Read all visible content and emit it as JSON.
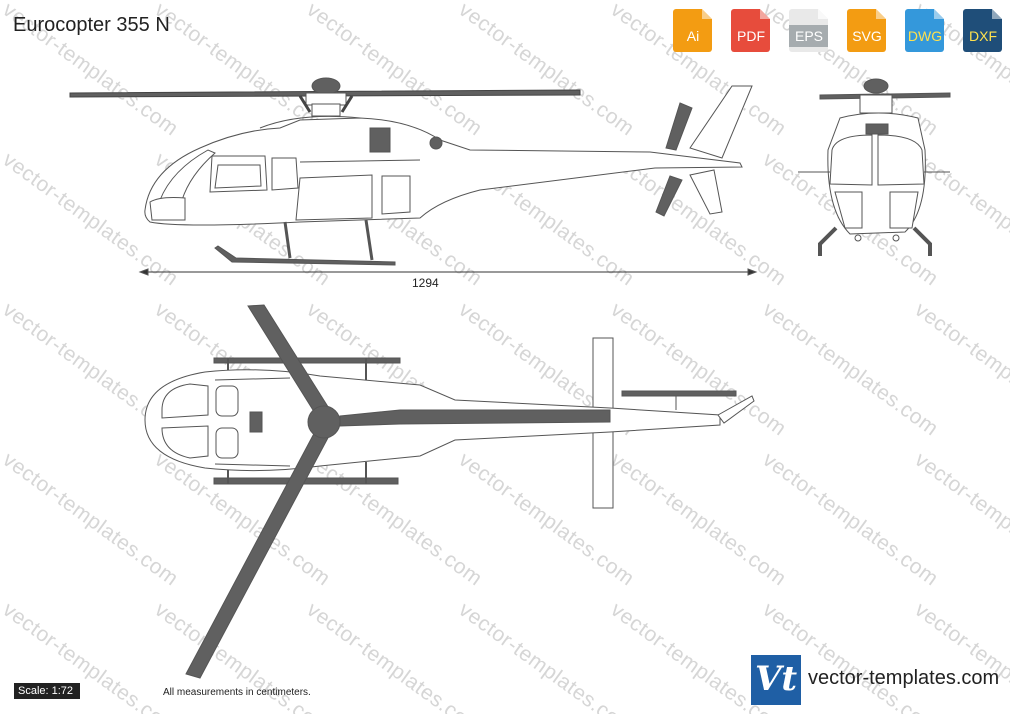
{
  "title": "Eurocopter 355 N",
  "watermark_text": "vector-templates.com",
  "formats": [
    {
      "label": "Ai",
      "color": "#f39c12"
    },
    {
      "label": "PDF",
      "color": "#e74c3c"
    },
    {
      "label": "EPS",
      "color": "#95a5a6"
    },
    {
      "label": "SVG",
      "color": "#f39c12"
    },
    {
      "label": "DWG",
      "color": "#3498db"
    },
    {
      "label": "DXF",
      "color": "#1f4e79"
    }
  ],
  "dimension": {
    "length": "1294"
  },
  "scale": "Scale: 1:72",
  "footnote": "All measurements in centimeters.",
  "logo": {
    "mark": "Vt",
    "site": "vector-templates.com"
  },
  "colors": {
    "rotor": "#606060",
    "outline": "#555555",
    "fill": "#ffffff"
  }
}
